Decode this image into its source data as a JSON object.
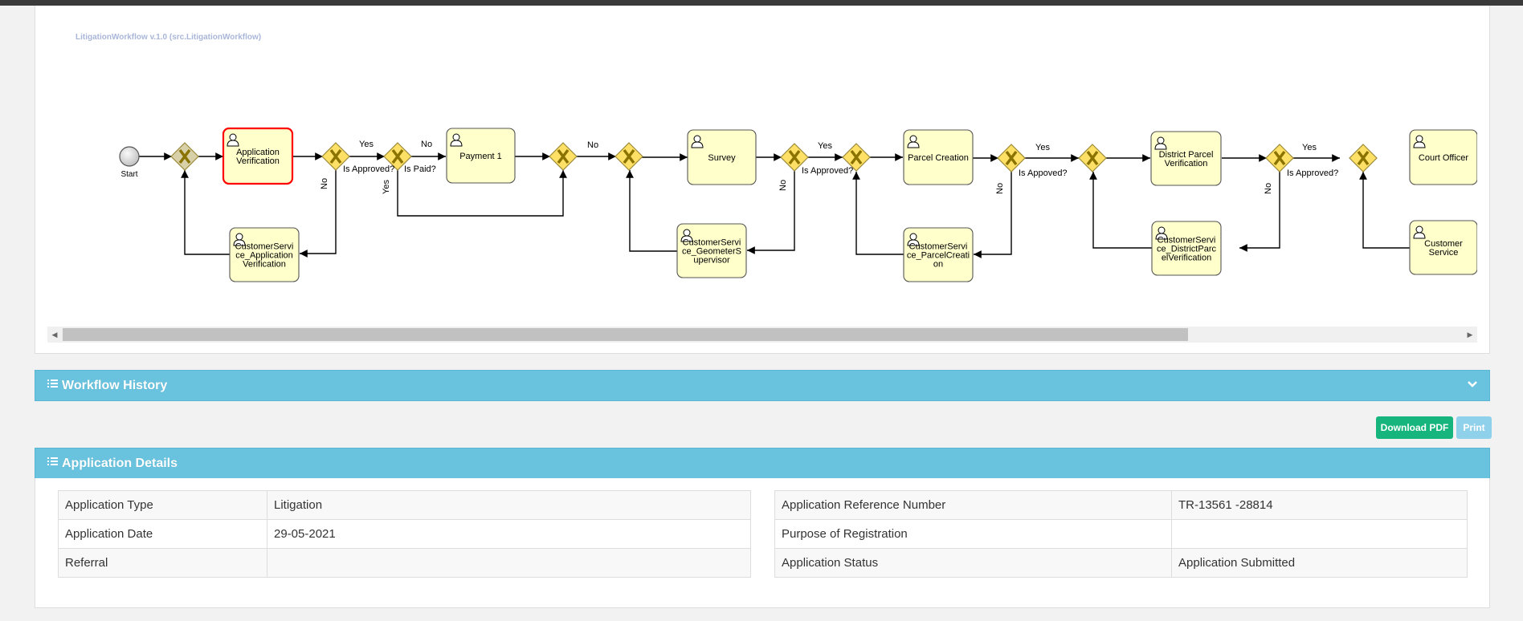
{
  "workflow": {
    "caption": "LitigationWorkflow v.1.0 (src.LitigationWorkflow)",
    "start_label": "Start",
    "tasks": {
      "app_verification": [
        "Application",
        "Verification"
      ],
      "cs_app_verification": [
        "CustomerServi",
        "ce_Application",
        "Verification"
      ],
      "payment1": [
        "Payment 1"
      ],
      "survey": [
        "Survey"
      ],
      "cs_geometer": [
        "CustomerServi",
        "ce_GeometerS",
        "upervisor"
      ],
      "parcel_creation": [
        "Parcel Creation"
      ],
      "cs_parcel": [
        "CustomerServi",
        "ce_ParcelCreati",
        "on"
      ],
      "district_parcel": [
        "District Parcel",
        "Verification"
      ],
      "cs_district": [
        "CustomerServi",
        "ce_DistrictParc",
        "elVerification"
      ],
      "court_officer": [
        "Court Officer"
      ],
      "customer_service": [
        "Customer",
        "Service"
      ]
    },
    "edge_labels": {
      "yes": "Yes",
      "no": "No",
      "is_approved": "Is Approved?",
      "is_paid": "Is Paid?",
      "is_appoved": "Is Appoved?"
    },
    "active_task_color": "#ff0000"
  },
  "sections": {
    "workflow_history": "Workflow History",
    "application_details": "Application Details"
  },
  "buttons": {
    "download_pdf": "Download PDF",
    "print": "Print"
  },
  "details": {
    "left": [
      {
        "label": "Application Type",
        "value": "Litigation"
      },
      {
        "label": "Application Date",
        "value": "29-05-2021"
      },
      {
        "label": "Referral",
        "value": ""
      }
    ],
    "right": [
      {
        "label": "Application Reference Number",
        "value": "TR-13561 -28814"
      },
      {
        "label": "Purpose of Registration",
        "value": ""
      },
      {
        "label": "Application Status",
        "value": "Application Submitted"
      }
    ]
  },
  "colors": {
    "section_bar": "#69c3df",
    "download_pdf": "#17b57e",
    "print": "#8fd0ea",
    "task_fill": "#ffffcc",
    "gateway_fill": "#ffe066"
  }
}
